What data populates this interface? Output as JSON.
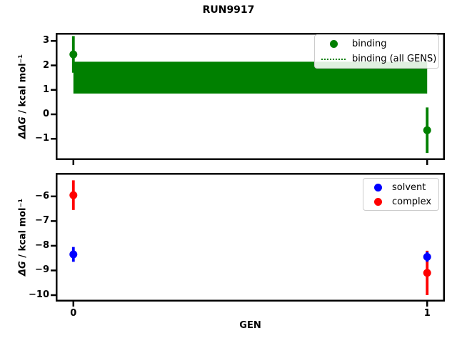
{
  "title": "RUN9917",
  "chart_data": [
    {
      "type": "errorbar",
      "panel": "top",
      "ylabel_var": "ΔΔG",
      "ylabel_rest": " / kcal mol⁻¹",
      "xlim": [
        -0.05,
        1.05
      ],
      "ylim": [
        -1.87,
        3.33
      ],
      "grid": false,
      "yticks": {
        "values": [
          3,
          2,
          1,
          0,
          -1
        ],
        "labels": [
          "3",
          "2",
          "1",
          "0",
          "−1"
        ]
      },
      "xticks": {
        "values": [
          0,
          1
        ],
        "labels": null
      },
      "series": [
        {
          "name": "binding",
          "color": "#008000",
          "points": [
            {
              "x": 0,
              "y": 2.45,
              "yerr": 0.75
            },
            {
              "x": 1,
              "y": -0.65,
              "yerr": 0.93
            }
          ]
        }
      ],
      "band": {
        "name": "binding (all GENS)",
        "color": "#008000",
        "x0": 0,
        "x1": 1,
        "ylo": 0.85,
        "yhi": 2.15
      },
      "legend": [
        {
          "label": "binding",
          "marker": "dot",
          "color": "#008000"
        },
        {
          "label": "binding (all GENS)",
          "marker": "dotted-line",
          "color": "#008000"
        }
      ],
      "legend_position": "upper right"
    },
    {
      "type": "errorbar",
      "panel": "bottom",
      "ylabel_var": "ΔG",
      "ylabel_rest": " / kcal mol⁻¹",
      "xlabel": "GEN",
      "xlim": [
        -0.05,
        1.05
      ],
      "ylim": [
        -10.26,
        -5.05
      ],
      "grid": false,
      "yticks": {
        "values": [
          -6,
          -7,
          -8,
          -9,
          -10
        ],
        "labels": [
          "−6",
          "−7",
          "−8",
          "−9",
          "−10"
        ]
      },
      "xticks": {
        "values": [
          0,
          1
        ],
        "labels": [
          "0",
          "1"
        ]
      },
      "series": [
        {
          "name": "solvent",
          "color": "#0000ff",
          "points": [
            {
              "x": 0,
              "y": -8.35,
              "yerr": 0.3
            },
            {
              "x": 1,
              "y": -8.45,
              "yerr": 0.2
            }
          ]
        },
        {
          "name": "complex",
          "color": "#ff0000",
          "points": [
            {
              "x": 0,
              "y": -5.95,
              "yerr": 0.6
            },
            {
              "x": 1,
              "y": -9.1,
              "yerr": 0.9
            }
          ]
        }
      ],
      "legend": [
        {
          "label": "solvent",
          "marker": "dot",
          "color": "#0000ff"
        },
        {
          "label": "complex",
          "marker": "dot",
          "color": "#ff0000"
        }
      ],
      "legend_position": "upper right"
    }
  ]
}
